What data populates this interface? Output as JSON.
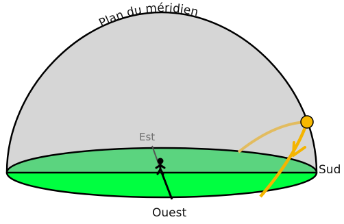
{
  "labels": {
    "arc_title": "Plan du méridien",
    "east": "Est",
    "south": "Sud",
    "west": "Ouest"
  },
  "colors": {
    "dome_fill": "#d6d6d6",
    "ground_fill": "#5bd47f",
    "ground_front": "#00ff40",
    "sun": "#f6b800",
    "sun_path": "#f4b400",
    "sun_path_behind": "#e2bc60",
    "outline": "#000000",
    "east_line": "#555555"
  },
  "icons": {
    "observer": "person-icon",
    "sun": "sun-icon",
    "direction": "arrow-down-icon"
  }
}
